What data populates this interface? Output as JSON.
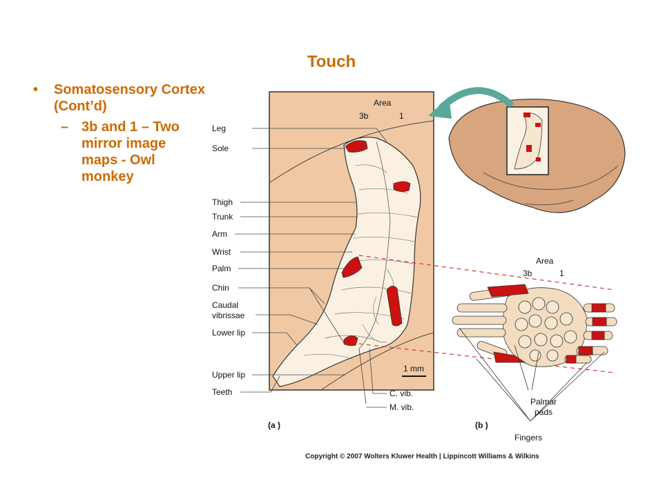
{
  "title": "Touch",
  "bullets": {
    "level1": "Somatosensory Cortex (Cont’d)",
    "level2": "3b and 1 – Two mirror image maps - Owl monkey"
  },
  "figure_a": {
    "area_heading": "Area",
    "area_3b": "3b",
    "area_1": "1",
    "labels": [
      "Leg",
      "Sole",
      "Thigh",
      "Trunk",
      "Arm",
      "Wrist",
      "Palm",
      "Chin",
      "Caudal",
      "vibrissae",
      "Lower lip",
      "Upper lip",
      "Teeth"
    ],
    "scale_bar": "1 mm",
    "c_vib": "C. vib.",
    "m_vib": "M. vib.",
    "panel_label": "(a )"
  },
  "figure_b": {
    "area_heading": "Area",
    "area_3b": "3b",
    "area_1": "1",
    "palmar": "Palmar",
    "pads": "pads",
    "fingers": "Fingers",
    "panel_label": "(b )"
  },
  "copyright": "Copyright © 2007 Wolters Kluwer Health | Lippincott Williams & Wilkins",
  "colors": {
    "accent": "#cc6a00",
    "cortex_bg": "#f0c9a4",
    "brain": "#d9a57e",
    "highlight_red": "#cc1111",
    "arrow": "#5aa89a"
  }
}
